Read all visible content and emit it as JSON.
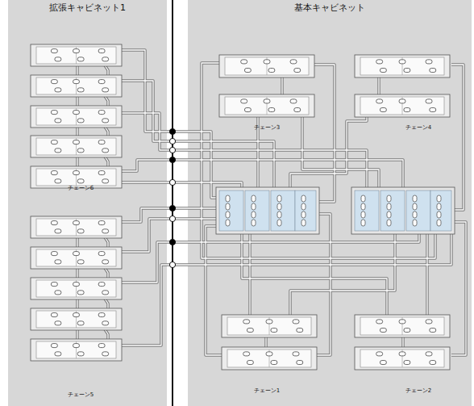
{
  "diagram": {
    "nodes": [
      {
        "text": [
          "拡張キャビネット1"
        ]
      },
      {
        "text": [
          "基本キャビネット"
        ]
      }
    ],
    "labels": [
      "チェーン3",
      "チェーン4",
      "チェーン6",
      "チェーン5",
      "チェーン1",
      "チェーン2"
    ]
  }
}
